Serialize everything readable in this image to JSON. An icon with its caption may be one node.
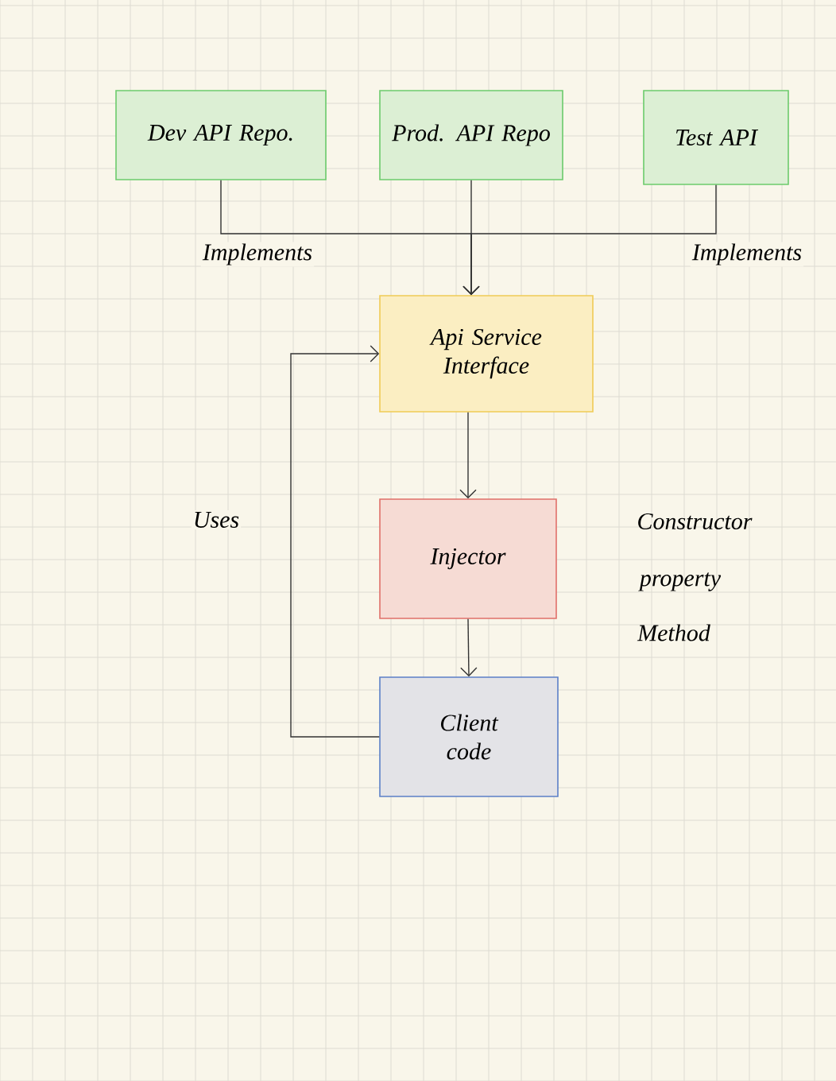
{
  "diagram": {
    "nodes": [
      {
        "text": [
          "Dev API Repo."
        ]
      },
      {
        "text": [
          "Prod. API Repo"
        ]
      },
      {
        "text": [
          "Test API"
        ]
      },
      {
        "text": [
          "Api Service Interface"
        ]
      },
      {
        "text": [
          "Injector"
        ]
      },
      {
        "text": [
          "Client code"
        ]
      }
    ],
    "edges": [
      {
        "from": 0,
        "to": 3,
        "arrow": "to",
        "label": "Implements"
      },
      {
        "from": 1,
        "to": 3,
        "arrow": "to"
      },
      {
        "from": 2,
        "to": 3,
        "arrow": "to",
        "label": "Implements"
      },
      {
        "from": 3,
        "to": 4,
        "arrow": "to"
      },
      {
        "from": 4,
        "to": 5,
        "arrow": "to"
      },
      {
        "from": 5,
        "to": 3,
        "arrow": "to",
        "label": "Uses"
      }
    ],
    "labels": [
      "Constructor",
      "property",
      "Method"
    ]
  }
}
